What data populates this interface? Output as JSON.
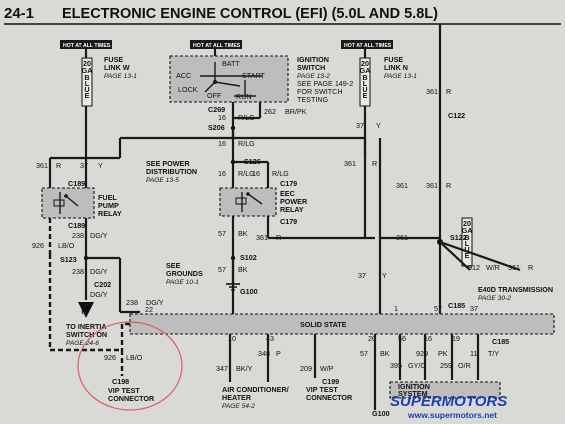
{
  "title": {
    "page_number": "24-1",
    "text": "ELECTRONIC ENGINE CONTROL (EFI) (5.0L AND 5.8L)"
  },
  "hot_tags": [
    "HOT AT ALL TIMES",
    "HOT AT ALL TIMES",
    "HOT AT ALL TIMES"
  ],
  "fuse_w": {
    "gauge": "20 GA BLUE",
    "name": "FUSE",
    "link": "LINK W",
    "page": "PAGE 13-1"
  },
  "fuse_n": {
    "gauge": "20 GA BLUE",
    "name": "FUSE",
    "link": "LINK N",
    "page": "PAGE 13-1"
  },
  "ignition_switch": {
    "title": "IGNITION",
    "title2": "SWITCH",
    "page": "PAGE 13-2",
    "note1": "SEE PAGE 149-2",
    "note2": "FOR SWITCH",
    "note3": "TESTING",
    "positions": [
      "BATT",
      "ACC",
      "START",
      "LOCK",
      "OFF",
      "RUN"
    ]
  },
  "connectors": {
    "c269": "C269",
    "s206": "S206",
    "c189a": "C189",
    "c189b": "C189",
    "c179a": "C179",
    "c179b": "C179",
    "s126": "S126",
    "s123": "S123",
    "c202": "C202",
    "s102": "S102",
    "g100a": "G100",
    "c122": "C122",
    "s122": "S122",
    "c185a": "C185",
    "c185b": "C185",
    "c198": "C198",
    "c199": "C199",
    "g100b": "G100"
  },
  "wires": {
    "w16a": "16",
    "w16b": "16",
    "w16c": "16",
    "w16d": "16",
    "rlg_a": "R/LG",
    "rlg_b": "R/LG",
    "rlg_c": "R/LG",
    "rlg_d": "R/LG",
    "w262": "262",
    "brpk": "BR/PK",
    "w361a": "361",
    "w361b": "361",
    "w361c": "361",
    "w361d": "361",
    "w361e": "361",
    "w361f": "361",
    "w361g": "361",
    "r_a": "R",
    "r_b": "R",
    "r_c": "R",
    "r_d": "R",
    "r_e": "R",
    "r_f": "R",
    "w37a": "37",
    "w37b": "37",
    "w37c": "37",
    "w37d": "37",
    "y_a": "Y",
    "y_b": "Y",
    "y_c": "Y",
    "y_d": "Y",
    "w238a": "238",
    "w238b": "238",
    "w238c": "238",
    "dgy_a": "DG/Y",
    "dgy_b": "DG/Y",
    "dgy_c": "DG/Y",
    "dgy_d": "DG/Y",
    "w926a": "926",
    "w926b": "926",
    "lbo_a": "LB/O",
    "lbo_b": "LB/O",
    "w57a": "57",
    "w57b": "57",
    "w57c": "57",
    "bk_a": "BK",
    "bk_b": "BK",
    "bk_c": "BK",
    "w912": "912",
    "wr": "W/R",
    "w361h": "361",
    "w347": "347",
    "bky": "BK/Y",
    "w348": "348",
    "p": "P",
    "w209": "209",
    "wp": "W/P",
    "w57d": "57",
    "bk_d": "BK",
    "w395": "395",
    "gyo": "GY/O",
    "w929": "929",
    "pk": "PK",
    "w259": "259",
    "or": "O/R",
    "w11": "11",
    "ty": "T/Y"
  },
  "pins": [
    "22",
    "10",
    "43",
    "20",
    "56",
    "16",
    "19",
    "1",
    "57",
    "37"
  ],
  "components": {
    "fuel_pump_relay": [
      "FUEL",
      "PUMP",
      "RELAY"
    ],
    "eec_power_relay": [
      "EEC",
      "POWER",
      "RELAY"
    ],
    "see_power_dist": [
      "SEE POWER",
      "DISTRIBUTION",
      "PAGE 13-5"
    ],
    "see_grounds": [
      "SEE",
      "GROUNDS",
      "PAGE 10-1"
    ],
    "e40d": [
      "E40D TRANSMISSION",
      "PAGE 30-2"
    ],
    "solid_state": "SOLID STATE",
    "inertia": [
      "TO INERTIA",
      "SWITCH ON",
      "PAGE 24-6"
    ],
    "vip_test": [
      "VIP TEST",
      "CONNECTOR"
    ],
    "air_cond": [
      "AIR CONDITIONER/",
      "HEATER",
      "PAGE 54-2"
    ],
    "vip_test2": [
      "VIP TEST",
      "CONNECTOR"
    ],
    "ignition_system": [
      "IGNITION",
      "SYSTEM"
    ]
  },
  "watermark": {
    "main": "SUPERMOTORS",
    "sub": "www.supermotors.net"
  },
  "colors": {
    "background": "#d9d9d6",
    "ink": "#111111",
    "highlight_circle": "#d96060",
    "watermark": "#1e3fae"
  }
}
